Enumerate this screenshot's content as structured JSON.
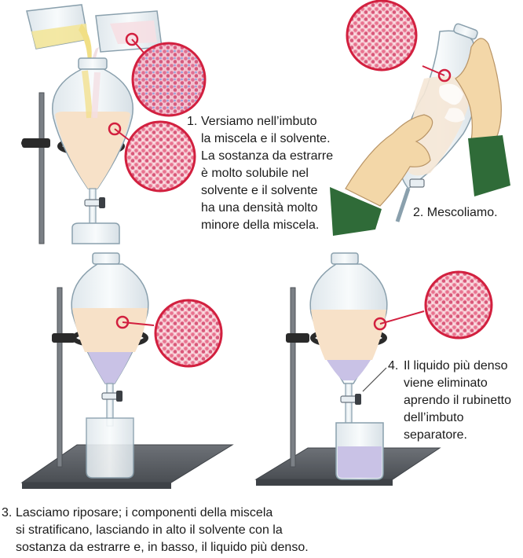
{
  "steps": [
    {
      "number": "1.",
      "lines": [
        "Versiamo nell’imbuto",
        "la miscela e il solvente.",
        "La sostanza da estrarre",
        "è molto solubile nel",
        "solvente e il solvente",
        "ha una densità molto",
        "minore della miscela."
      ]
    },
    {
      "number": "2.",
      "lines": [
        "Mescoliamo."
      ]
    },
    {
      "number": "3.",
      "lines": [
        "Lasciamo riposare; i componenti della miscela",
        "si stratificano, lasciando in alto il solvente con la",
        "sostanza da estrarre e, in basso, il liquido più denso."
      ]
    },
    {
      "number": "4.",
      "lines": [
        "Il liquido più denso",
        "viene eliminato",
        "aprendo il rubinetto",
        "dell’imbuto",
        "separatore."
      ]
    }
  ],
  "colors": {
    "solvent_layer": "#f7e1c8",
    "dense_liquid": "#c9c2e6",
    "molecules": "#e86a8a",
    "magnifier_bg": "#f6c6cf",
    "lens_ring": "#d2203f",
    "glass": "#e8eef2",
    "clamp": "#2a2a2a",
    "base_plate": "#5c6066",
    "sleeve": "#2f6b38",
    "skin": "#f3d7a8"
  },
  "icons": [
    "separatory-funnel",
    "beaker",
    "ring-stand",
    "magnifier-circle",
    "hands"
  ]
}
